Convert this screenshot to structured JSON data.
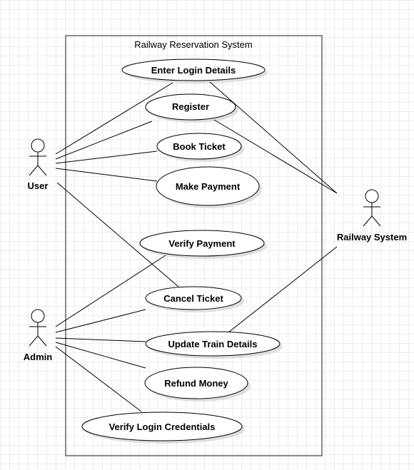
{
  "system": {
    "title": "Railway Reservation System"
  },
  "actors": {
    "user": "User",
    "admin": "Admin",
    "railway_system": "Railway System"
  },
  "use_cases": {
    "enter_login": "Enter Login Details",
    "register": "Register",
    "book_ticket": "Book Ticket",
    "make_payment": "Make Payment",
    "verify_payment": "Verify Payment",
    "cancel_ticket": "Cancel Ticket",
    "update_train": "Update Train Details",
    "refund_money": "Refund Money",
    "verify_login": "Verify Login Credentials"
  },
  "colors": {
    "stroke": "#000000",
    "boundary": "#666666",
    "fill": "#ffffff"
  }
}
